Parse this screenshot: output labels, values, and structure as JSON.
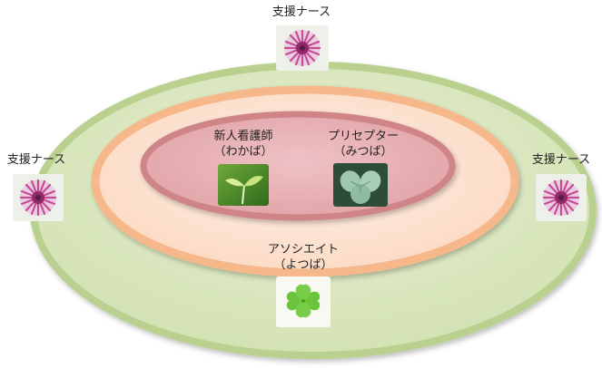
{
  "outer_ring": {
    "top_label": "支援ナース",
    "left_label": "支援ナース",
    "right_label": "支援ナース",
    "fill": "#d5e3b7",
    "stroke": "#b5cd8a"
  },
  "middle_ring": {
    "label_line1": "アソシエイト",
    "label_line2": "（よつば）",
    "fill": "#fde2cf",
    "stroke": "#f5b98d"
  },
  "inner_ring": {
    "left_line1": "新人看護師",
    "left_line2": "（わかば）",
    "right_line1": "プリセプター",
    "right_line2": "（みつば）",
    "fill": "#e9b1b4",
    "stroke": "#cf8588"
  },
  "icons": [
    "flower-icon",
    "sprout-icon",
    "three-leaf-clover-icon",
    "four-leaf-clover-icon"
  ]
}
